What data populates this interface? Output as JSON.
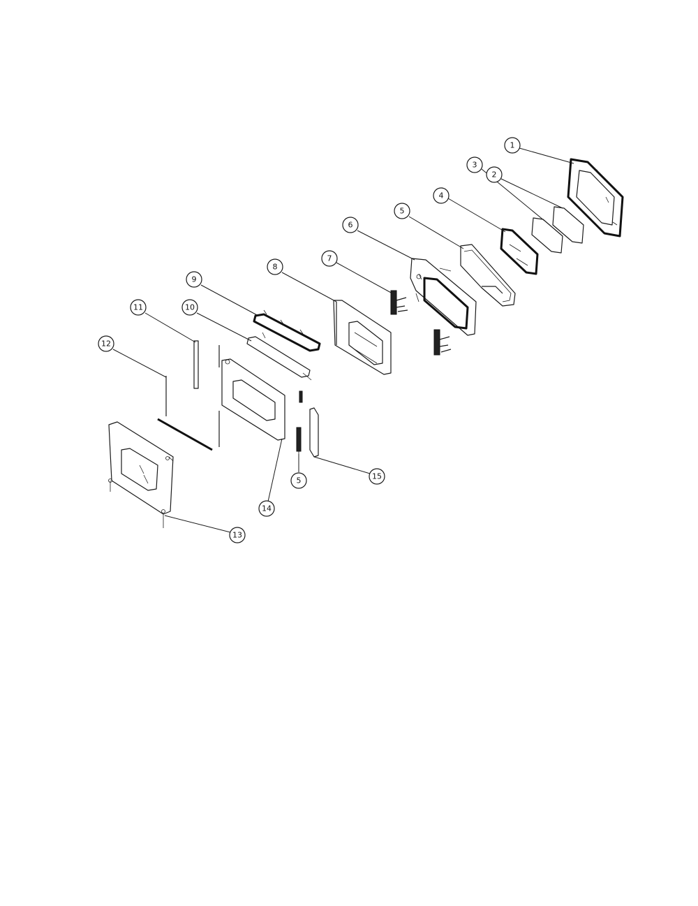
{
  "diagram": {
    "callouts": [
      {
        "label": "1"
      },
      {
        "label": "2"
      },
      {
        "label": "3"
      },
      {
        "label": "4"
      },
      {
        "label": "5"
      },
      {
        "label": "6"
      },
      {
        "label": "7"
      },
      {
        "label": "8"
      },
      {
        "label": "9"
      },
      {
        "label": "10"
      },
      {
        "label": "11"
      },
      {
        "label": "12"
      },
      {
        "label": "13"
      },
      {
        "label": "14"
      },
      {
        "label": "5"
      },
      {
        "label": "15"
      }
    ]
  }
}
